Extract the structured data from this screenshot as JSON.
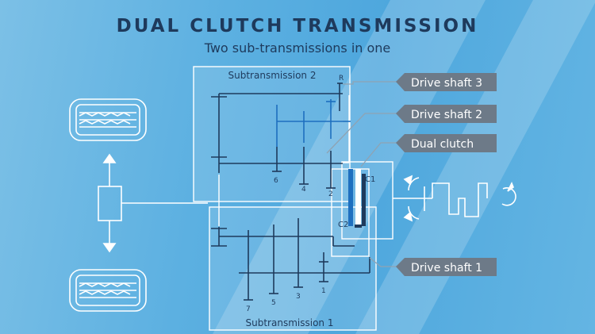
{
  "header": {
    "title": "DUAL CLUTCH TRANSMISSION",
    "subtitle": "Two sub-transmissions in one"
  },
  "boxes": {
    "sub2": "Subtransmission 2",
    "sub1": "Subtransmission 1"
  },
  "callouts": {
    "drive_shaft_3": "Drive shaft 3",
    "drive_shaft_2": "Drive shaft 2",
    "dual_clutch": "Dual clutch",
    "drive_shaft_1": "Drive shaft 1"
  },
  "gears": {
    "r": "R",
    "g6": "6",
    "g4": "4",
    "g2": "2",
    "g7": "7",
    "g5": "5",
    "g3": "3",
    "g1": "1"
  },
  "clutch": {
    "c1": "C1",
    "c2": "C2"
  },
  "colors": {
    "line_white": "#ffffff",
    "line_dark": "#1e3a5c",
    "accent_blue": "#1e6fbf",
    "callout_bg": "#6d7a88",
    "connector": "#8fa3b3"
  }
}
